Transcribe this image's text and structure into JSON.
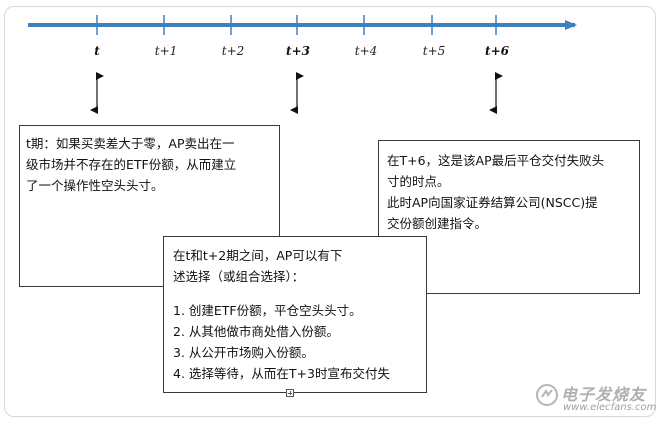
{
  "timeline": {
    "ticks": [
      "t",
      "t+1",
      "t+2",
      "t+3",
      "t+4",
      "t+5",
      "t+6"
    ],
    "bold_ticks": [
      "t",
      "t+3",
      "t+6"
    ],
    "line_color": "#3f7fbf"
  },
  "box_t": {
    "line1": "t期：如果买卖差大于零，AP卖出在一",
    "line2": "级市场并不存在的ETF份额，从而建立",
    "line3": "了一个操作性空头头寸。"
  },
  "box_t6": {
    "line1": "在T+6，这是该AP最后平仓交付失败头",
    "line2": "寸的时点。",
    "line3": "此时AP向国家证券结算公司(NSCC)提",
    "line4": "交份额创建指令。"
  },
  "box_t3": {
    "intro_line1": "在t和t+2期之间，AP可以有下",
    "intro_line2": "述选择（或组合选择）：",
    "options": [
      "1. 创建ETF份额，平仓空头头寸。",
      "2. 从其他做市商处借入份额。",
      "3. 从公开市场购入份额。",
      "4. 选择等待，从而在T+3时宣布交付失"
    ]
  },
  "watermark": {
    "title": "电子发烧友",
    "url": "www.elecfans.com"
  }
}
